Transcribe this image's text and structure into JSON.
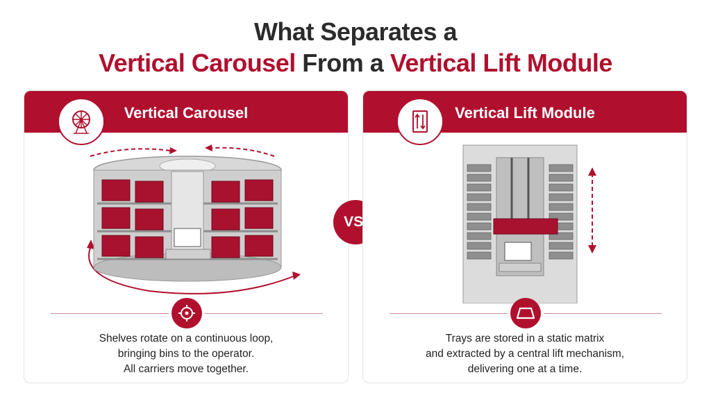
{
  "title": {
    "line1": "What Separates a",
    "line2_part1": "Vertical Carousel",
    "line2_part2": "From a",
    "line2_part3": "Vertical Lift Module"
  },
  "left_panel": {
    "heading": "Vertical Carousel",
    "icon": "ferris-wheel-icon",
    "detail_icon": "rotation-target-icon",
    "description": [
      "Shelves rotate on a continuous loop,",
      "bringing bins to the operator.",
      "All carriers move together."
    ]
  },
  "right_panel": {
    "heading": "Vertical Lift Module",
    "icon": "vertical-arrows-icon",
    "detail_icon": "tray-icon",
    "description": [
      "Trays are stored in a static matrix",
      "and extracted by a central lift mechanism,",
      "delivering one at a time."
    ]
  },
  "vs_label": "VS.",
  "colors": {
    "accent": "#b0102e",
    "text": "#2b2b2b"
  }
}
